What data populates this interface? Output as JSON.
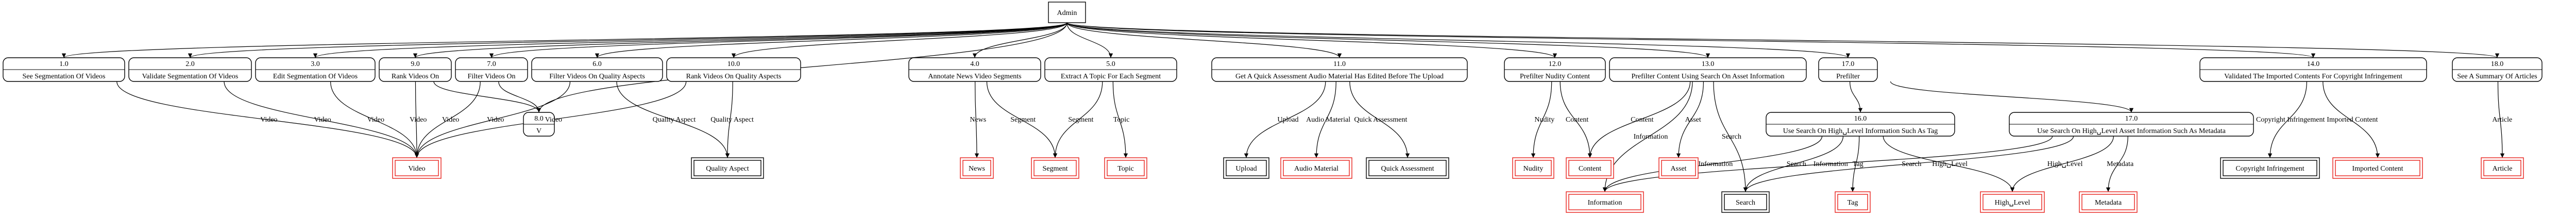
{
  "root": "Admin",
  "tasks": [
    {
      "id": "t1",
      "number": "1.0",
      "label": "See Segmentation Of Videos"
    },
    {
      "id": "t2",
      "number": "2.0",
      "label": "Validate Segmentation Of Videos"
    },
    {
      "id": "t3",
      "number": "3.0",
      "label": "Edit Segmentation Of Videos"
    },
    {
      "id": "t9",
      "number": "9.0",
      "label": "Rank Videos On"
    },
    {
      "id": "t7",
      "number": "7.0",
      "label": "Filter Videos On"
    },
    {
      "id": "t6",
      "number": "6.0",
      "label": "Filter Videos On Quality Aspects"
    },
    {
      "id": "t10",
      "number": "10.0",
      "label": "Rank Videos On Quality Aspects"
    },
    {
      "id": "t4",
      "number": "4.0",
      "label": "Annotate News Video Segments"
    },
    {
      "id": "t5",
      "number": "5.0",
      "label": "Extract A Topic For Each Segment"
    },
    {
      "id": "t11",
      "number": "11.0",
      "label": "Get A Quick Assessment Audio Material Has Edited Before The Upload"
    },
    {
      "id": "t12",
      "number": "12.0",
      "label": "Prefilter Nudity Content"
    },
    {
      "id": "t13",
      "number": "13.0",
      "label": "Prefilter Content Using Search On Asset Information"
    },
    {
      "id": "t17",
      "number": "17.0",
      "label": "Prefilter"
    },
    {
      "id": "t14",
      "number": "14.0",
      "label": "Validated The Imported Contents For Copyright Infringement"
    },
    {
      "id": "t18",
      "number": "18.0",
      "label": "See A Summary Of Articles"
    },
    {
      "id": "t8",
      "number": "8.0",
      "label": "V"
    },
    {
      "id": "t16",
      "number": "16.0",
      "label": "Use Search On High␣Level Information Such As Tag"
    },
    {
      "id": "t17b",
      "number": "17.0",
      "label": "Use Search On High␣Level Asset Information Such As Metadata"
    }
  ],
  "entities": [
    {
      "id": "video",
      "label": "Video",
      "style": "red"
    },
    {
      "id": "quality",
      "label": "Quality Aspect",
      "style": "black"
    },
    {
      "id": "news",
      "label": "News",
      "style": "red"
    },
    {
      "id": "segment",
      "label": "Segment",
      "style": "red"
    },
    {
      "id": "topic",
      "label": "Topic",
      "style": "red"
    },
    {
      "id": "upload",
      "label": "Upload",
      "style": "black"
    },
    {
      "id": "audio",
      "label": "Audio Material",
      "style": "red"
    },
    {
      "id": "quick",
      "label": "Quick Assessment",
      "style": "black"
    },
    {
      "id": "nudity",
      "label": "Nudity",
      "style": "red"
    },
    {
      "id": "content",
      "label": "Content",
      "style": "red"
    },
    {
      "id": "asset",
      "label": "Asset",
      "style": "red"
    },
    {
      "id": "copyright",
      "label": "Copyright Infringement",
      "style": "black"
    },
    {
      "id": "imported",
      "label": "Imported Content",
      "style": "red"
    },
    {
      "id": "article",
      "label": "Article",
      "style": "red"
    },
    {
      "id": "information",
      "label": "Information",
      "style": "red"
    },
    {
      "id": "search",
      "label": "Search",
      "style": "black"
    },
    {
      "id": "tag",
      "label": "Tag",
      "style": "red"
    },
    {
      "id": "highlevel",
      "label": "High␣Level",
      "style": "red"
    },
    {
      "id": "metadata",
      "label": "Metadata",
      "style": "red"
    }
  ],
  "edges": [
    {
      "from": "root",
      "to": "t1",
      "label": ""
    },
    {
      "from": "root",
      "to": "t2",
      "label": ""
    },
    {
      "from": "root",
      "to": "t3",
      "label": ""
    },
    {
      "from": "root",
      "to": "t9",
      "label": ""
    },
    {
      "from": "root",
      "to": "t7",
      "label": ""
    },
    {
      "from": "root",
      "to": "t6",
      "label": ""
    },
    {
      "from": "root",
      "to": "t10",
      "label": ""
    },
    {
      "from": "root",
      "to": "t4",
      "label": ""
    },
    {
      "from": "root",
      "to": "t5",
      "label": ""
    },
    {
      "from": "root",
      "to": "t11",
      "label": ""
    },
    {
      "from": "root",
      "to": "t12",
      "label": ""
    },
    {
      "from": "root",
      "to": "t13",
      "label": ""
    },
    {
      "from": "root",
      "to": "t17",
      "label": ""
    },
    {
      "from": "root",
      "to": "t14",
      "label": ""
    },
    {
      "from": "root",
      "to": "t18",
      "label": ""
    },
    {
      "from": "root",
      "to": "t8",
      "label": ""
    },
    {
      "from": "t17",
      "to": "t16",
      "label": ""
    },
    {
      "from": "t17",
      "to": "t17b",
      "label": ""
    },
    {
      "from": "t1",
      "to": "video",
      "label": "Video"
    },
    {
      "from": "t2",
      "to": "video",
      "label": "Video"
    },
    {
      "from": "t3",
      "to": "video",
      "label": "Video"
    },
    {
      "from": "t9",
      "to": "video",
      "label": "Video"
    },
    {
      "from": "t7",
      "to": "video",
      "label": "Video"
    },
    {
      "from": "t6",
      "to": "video",
      "label": "Video"
    },
    {
      "from": "t10",
      "to": "video",
      "label": "Video"
    },
    {
      "from": "t9",
      "to": "t8",
      "label": ""
    },
    {
      "from": "t7",
      "to": "t8",
      "label": ""
    },
    {
      "from": "t6",
      "to": "quality",
      "label": "Quality Aspect"
    },
    {
      "from": "t10",
      "to": "quality",
      "label": "Quality Aspect"
    },
    {
      "from": "t4",
      "to": "news",
      "label": "News"
    },
    {
      "from": "t4",
      "to": "segment",
      "label": "Segment"
    },
    {
      "from": "t5",
      "to": "segment",
      "label": "Segment"
    },
    {
      "from": "t5",
      "to": "topic",
      "label": "Topic"
    },
    {
      "from": "t11",
      "to": "upload",
      "label": "Upload"
    },
    {
      "from": "t11",
      "to": "audio",
      "label": "Audio Material"
    },
    {
      "from": "t11",
      "to": "quick",
      "label": "Quick Assessment"
    },
    {
      "from": "t12",
      "to": "nudity",
      "label": "Nudity"
    },
    {
      "from": "t12",
      "to": "content",
      "label": "Content"
    },
    {
      "from": "t13",
      "to": "content",
      "label": "Content"
    },
    {
      "from": "t13",
      "to": "asset",
      "label": "Asset"
    },
    {
      "from": "t13",
      "to": "information",
      "label": "Information"
    },
    {
      "from": "t13",
      "to": "search",
      "label": "Search"
    },
    {
      "from": "t14",
      "to": "copyright",
      "label": "Copyright Infringement"
    },
    {
      "from": "t14",
      "to": "imported",
      "label": "Imported Content"
    },
    {
      "from": "t18",
      "to": "article",
      "label": "Article"
    },
    {
      "from": "t16",
      "to": "information",
      "label": "Information"
    },
    {
      "from": "t16",
      "to": "search",
      "label": "Search"
    },
    {
      "from": "t16",
      "to": "tag",
      "label": "Tag"
    },
    {
      "from": "t16",
      "to": "highlevel",
      "label": "High␣Level"
    },
    {
      "from": "t17b",
      "to": "search",
      "label": "Search"
    },
    {
      "from": "t17b",
      "to": "highlevel",
      "label": "High␣Level"
    },
    {
      "from": "t17b",
      "to": "metadata",
      "label": "Metadata"
    },
    {
      "from": "t17b",
      "to": "information",
      "label": "Information"
    }
  ]
}
